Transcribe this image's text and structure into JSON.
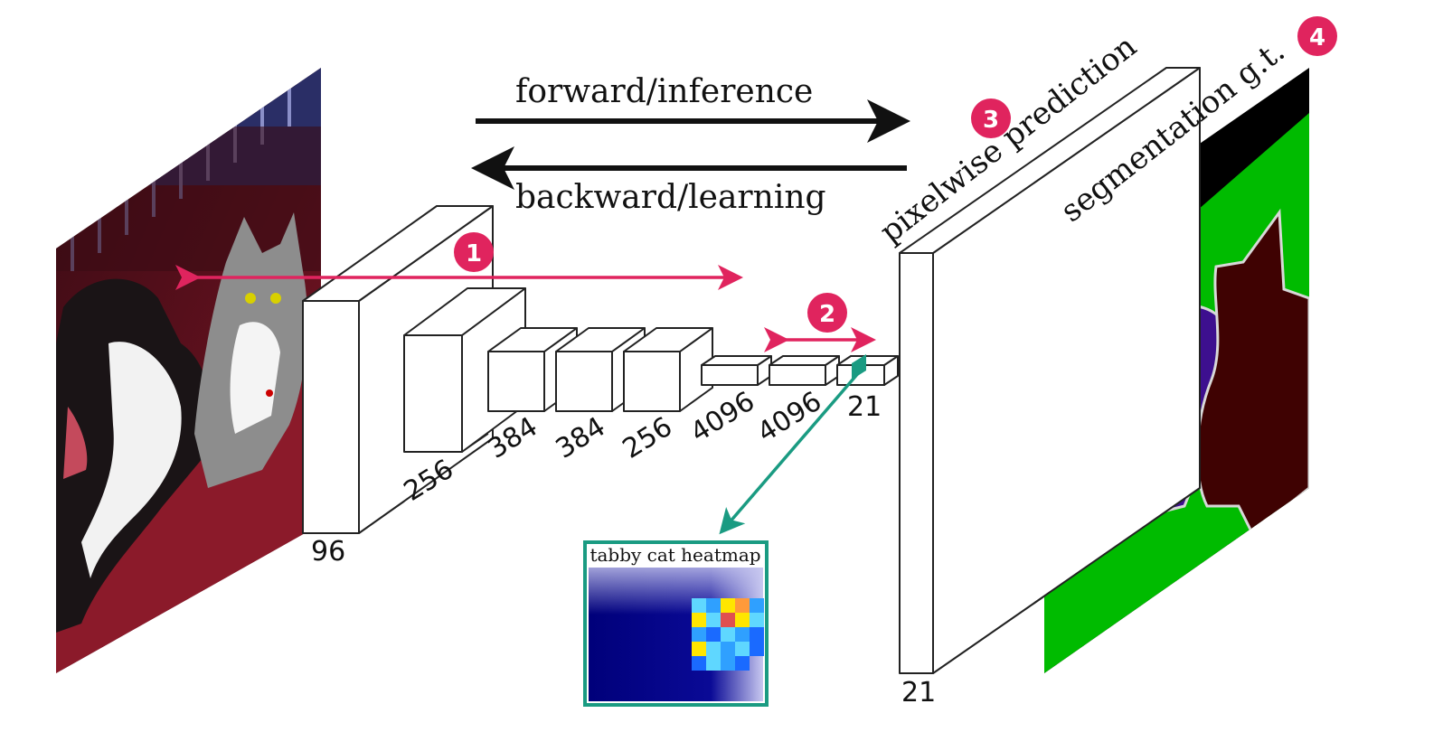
{
  "colors": {
    "accent": "#e0245e",
    "teal": "#1a9b82",
    "class_dog": "#3d0f8f",
    "class_cat": "#3f0202",
    "class_background": "#00bb00",
    "class_sofa": "#1f4b93",
    "void": "#000000"
  },
  "arrows": {
    "forward_label": "forward/inference",
    "backward_label": "backward/learning"
  },
  "network": {
    "layers": [
      {
        "label": "96"
      },
      {
        "label": "256"
      },
      {
        "label": "384"
      },
      {
        "label": "384"
      },
      {
        "label": "256"
      },
      {
        "label": "4096"
      },
      {
        "label": "4096"
      },
      {
        "label": "21"
      }
    ],
    "output_label": "21"
  },
  "annotations": [
    {
      "number": "1"
    },
    {
      "number": "2"
    },
    {
      "number": "3"
    },
    {
      "number": "4"
    }
  ],
  "planes": {
    "prediction_label": "pixelwise prediction",
    "ground_truth_label": "segmentation g.t."
  },
  "heatmap": {
    "title": "tabby cat heatmap"
  },
  "icons": {
    "input_image": "dog-and-cat-photo",
    "ground_truth": "segmentation-mask-image",
    "heatmap": "heatmap-image"
  }
}
